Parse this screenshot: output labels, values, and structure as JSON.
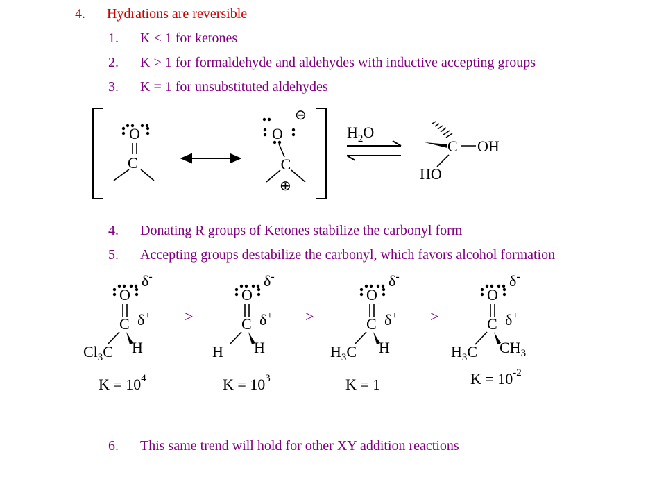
{
  "colors": {
    "heading": "#cc0000",
    "body": "#800080",
    "structure": "#000000"
  },
  "outline": {
    "heading": {
      "num": "4.",
      "text": "Hydrations are reversible"
    },
    "sub": [
      {
        "num": "1.",
        "text": "K < 1 for ketones"
      },
      {
        "num": "2.",
        "text": "K > 1 for formaldehyde and aldehydes with inductive accepting groups"
      },
      {
        "num": "3.",
        "text": "K = 1 for unsubstituted aldehydes"
      }
    ],
    "later": [
      {
        "num": "4.",
        "text": "Donating R groups of Ketones stabilize the carbonyl form"
      },
      {
        "num": "5.",
        "text": "Accepting groups destabilize the carbonyl, which favors alcohol formation"
      }
    ],
    "final": {
      "num": "6.",
      "text": "This same trend will hold for other XY addition reactions"
    }
  },
  "scheme1": {
    "atoms": {
      "oxygen": "O",
      "carbon": "C",
      "hydroxyl": "OH",
      "hydroxyl_left": "HO",
      "minus": "⊖",
      "plus": "⊕"
    },
    "reagent": {
      "h": "H",
      "sub": "2",
      "o": "O"
    }
  },
  "scheme2": {
    "atoms": {
      "oxygen": "O",
      "carbon": "C"
    },
    "delta_minus": "δ",
    "delta_minus_sign": "-",
    "delta_plus": "δ",
    "delta_plus_sign": "+",
    "comparator": ">",
    "compounds": [
      {
        "left_label": "Cl",
        "left_sub": "3",
        "left_tail": "C",
        "right_label": "H",
        "right_sub": "",
        "right_tail": "",
        "k_prefix": "K = 10",
        "k_exp": "4"
      },
      {
        "left_label": "H",
        "left_sub": "",
        "left_tail": "",
        "right_label": "H",
        "right_sub": "",
        "right_tail": "",
        "k_prefix": "K = 10",
        "k_exp": "3"
      },
      {
        "left_label": "H",
        "left_sub": "3",
        "left_tail": "C",
        "right_label": "H",
        "right_sub": "",
        "right_tail": "",
        "k_prefix": "K = 1",
        "k_exp": ""
      },
      {
        "left_label": "H",
        "left_sub": "3",
        "left_tail": "C",
        "right_label": "CH",
        "right_sub": "3",
        "right_tail": "",
        "k_prefix": "K = 10",
        "k_exp": "-2"
      }
    ]
  }
}
